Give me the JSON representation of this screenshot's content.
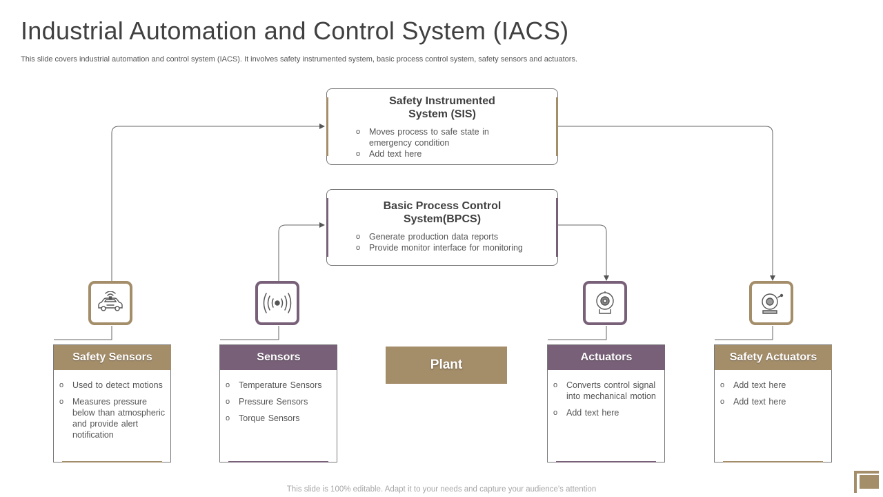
{
  "title": "Industrial Automation and Control System (IACS)",
  "subtitle": "This slide covers industrial automation and control system (IACS). It involves safety instrumented system, basic process control system, safety sensors and actuators.",
  "footer": "This slide is 100% editable. Adapt it to your needs and capture your audience's attention",
  "colors": {
    "gold": "#a48d69",
    "purple": "#786078",
    "text": "#404040",
    "border": "#777777"
  },
  "sis": {
    "title_line1": "Safety Instrumented",
    "title_line2": "System (SIS)",
    "items": [
      "Moves process to safe state in",
      "emergency condition",
      "Add text here"
    ]
  },
  "bpcs": {
    "title_line1": "Basic Process Control",
    "title_line2": "System(BPCS)",
    "items": [
      "Generate production data reports",
      "Provide monitor interface for monitoring"
    ]
  },
  "plant": {
    "label": "Plant"
  },
  "cards": [
    {
      "title": "Safety Sensors",
      "icon": "car-alarm-icon",
      "items": [
        "Used to detect motions",
        "Measures pressure below than atmospheric and provide alert notification"
      ]
    },
    {
      "title": "Sensors",
      "icon": "sensor-waves-icon",
      "items": [
        "Temperature Sensors",
        "Pressure Sensors",
        "Torque Sensors"
      ]
    },
    {
      "title": "Actuators",
      "icon": "actuator-icon",
      "items": [
        "Converts control signal into mechanical motion",
        "Add text here"
      ]
    },
    {
      "title": "Safety Actuators",
      "icon": "alarm-bell-icon",
      "items": [
        "Add text here",
        "Add text here"
      ]
    }
  ]
}
